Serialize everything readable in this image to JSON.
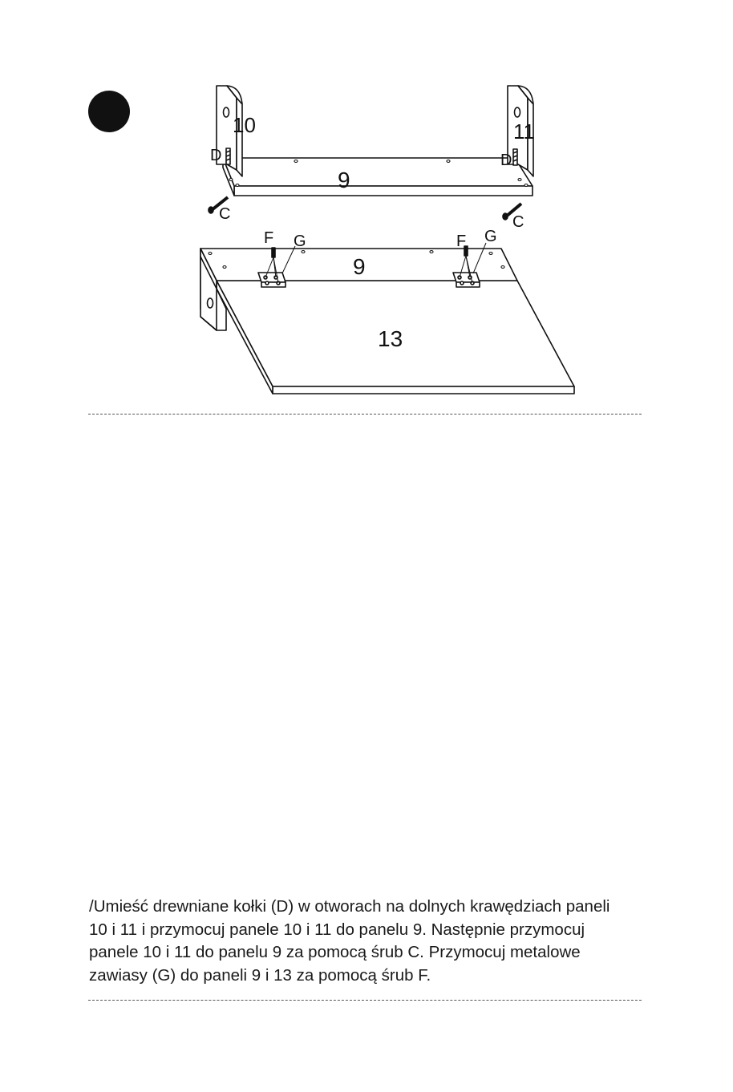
{
  "step": {
    "number": ""
  },
  "labels": {
    "panel_10": "10",
    "panel_11": "11",
    "panel_9_top": "9",
    "panel_9_bottom": "9",
    "panel_13": "13",
    "dowel_left": "D",
    "dowel_right": "D",
    "screw_c_left": "C",
    "screw_c_right": "C",
    "screw_f_left": "F",
    "screw_f_right": "F",
    "hinge_g_left": "G",
    "hinge_g_right": "G"
  },
  "instruction": {
    "text": "/Umieść drewniane kołki (D) w otworach na dolnych krawędziach paneli\n10 i 11 i przymocuj panele 10 i 11 do panelu 9. Następnie przymocuj\npanele 10 i 11 do panelu 9 za pomocą śrub C. Przymocuj metalowe\nzawiasy (G) do paneli 9 i 13 za pomocą śrub F."
  }
}
